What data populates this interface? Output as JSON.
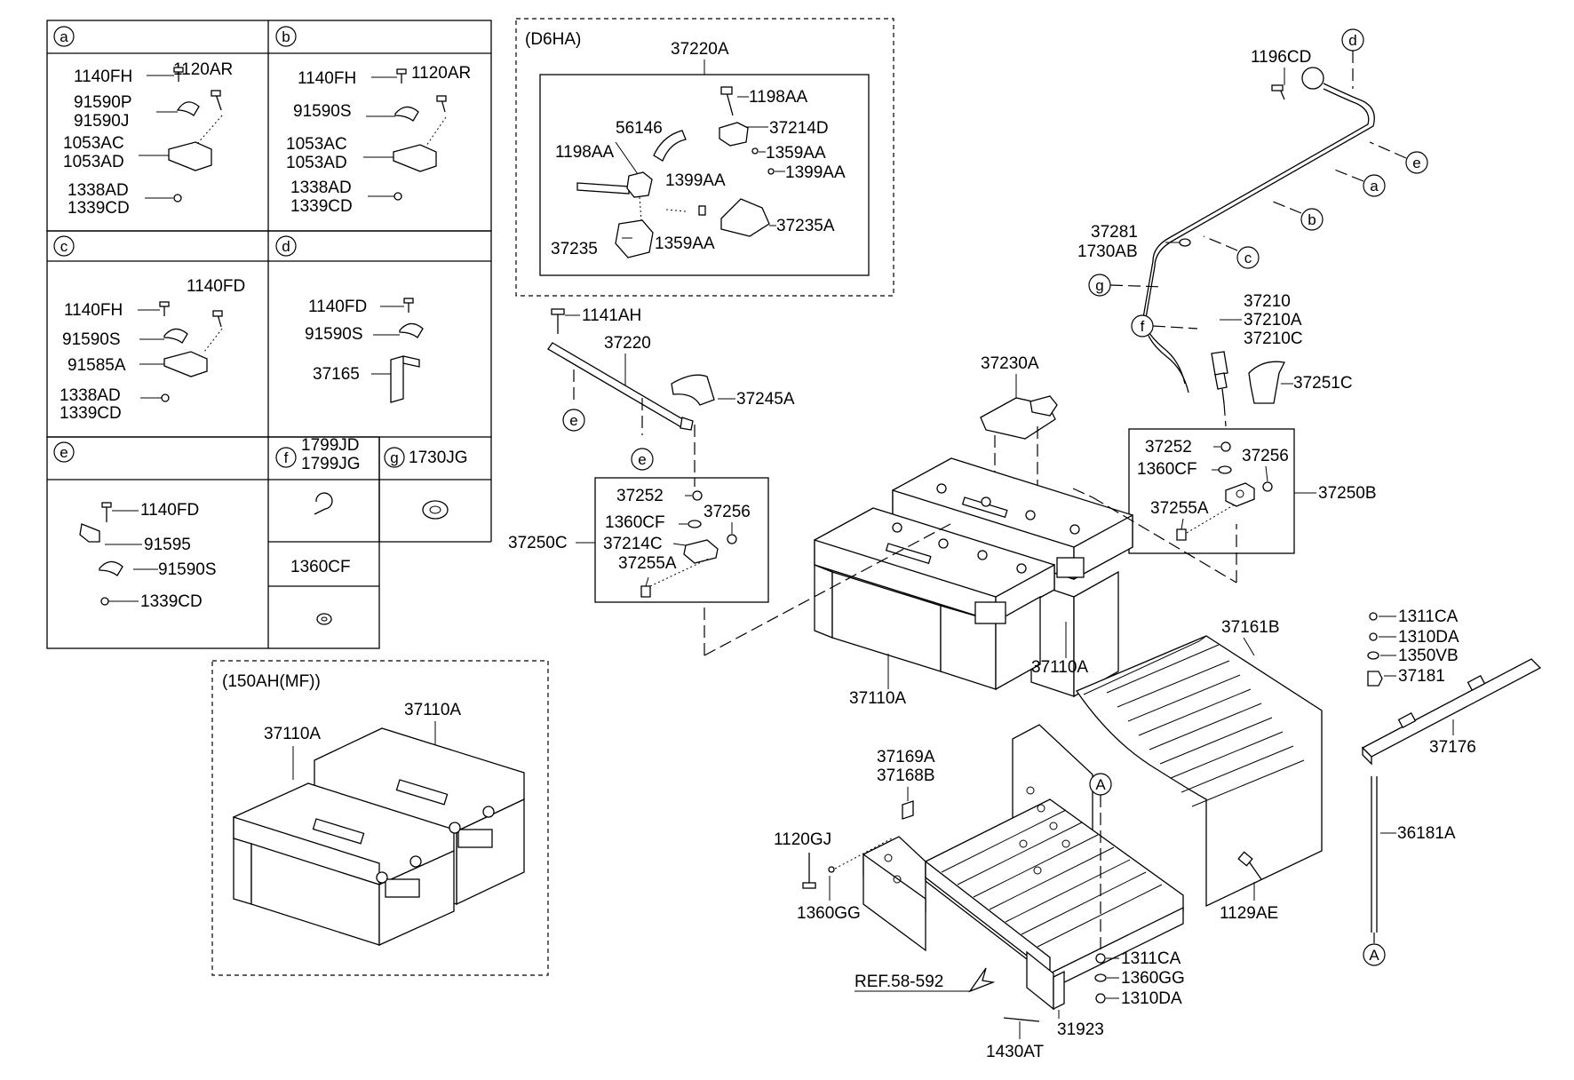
{
  "cells": {
    "a": {
      "letter": "a",
      "parts": [
        "1140FH",
        "1120AR",
        "91590P",
        "91590J",
        "1053AC",
        "1053AD",
        "1338AD",
        "1339CD"
      ]
    },
    "b": {
      "letter": "b",
      "parts": [
        "1140FH",
        "1120AR",
        "91590S",
        "1053AC",
        "1053AD",
        "1338AD",
        "1339CD"
      ]
    },
    "c": {
      "letter": "c",
      "parts": [
        "1140FH",
        "1140FD",
        "91590S",
        "91585A",
        "1338AD",
        "1339CD"
      ]
    },
    "d": {
      "letter": "d",
      "parts": [
        "1140FD",
        "91590S",
        "37165"
      ]
    },
    "e": {
      "letter": "e",
      "parts": [
        "1140FD",
        "91595",
        "91590S",
        "1339CD"
      ]
    },
    "f": {
      "letter": "f",
      "parts": [
        "1799JD",
        "1799JG"
      ]
    },
    "g": {
      "letter": "g",
      "parts": [
        "1730JG"
      ]
    },
    "h": {
      "parts": [
        "1360CF"
      ]
    }
  },
  "d6ha": {
    "title": "(D6HA)",
    "assembly": "37220A",
    "parts": [
      "1198AA",
      "56146",
      "37214D",
      "1198AA",
      "1359AA",
      "1399AA",
      "1399AA",
      "37235A",
      "37235",
      "1359AA"
    ]
  },
  "mf": {
    "title": "(150AH(MF))",
    "parts": [
      "37110A",
      "37110A"
    ]
  },
  "neg_cable": {
    "parts": [
      "1141AH",
      "37220",
      "37245A"
    ]
  },
  "box_c": {
    "label": "37250C",
    "parts": [
      "37252",
      "37256",
      "1360CF",
      "37214C",
      "37255A"
    ]
  },
  "pos_cable": {
    "parts": [
      "1196CD",
      "37281",
      "1730AB",
      "37210",
      "37210A",
      "37210C",
      "37251C"
    ]
  },
  "box_b": {
    "label": "37250B",
    "parts": [
      "37252",
      "37256",
      "1360CF",
      "37255A"
    ]
  },
  "batteries": {
    "parts": [
      "37230A",
      "37110A",
      "37110A"
    ]
  },
  "tray": {
    "parts": [
      "37161B",
      "37169A",
      "37168B",
      "1120GJ",
      "1360GG",
      "1129AE",
      "1311CA",
      "1360GG",
      "1310DA",
      "31923",
      "1430AT"
    ],
    "ref": "REF.58-592"
  },
  "clamp": {
    "parts": [
      "1311CA",
      "1310DA",
      "1350VB",
      "37181",
      "37176",
      "36181A"
    ]
  },
  "callouts": {
    "a": "a",
    "b": "b",
    "c": "c",
    "d": "d",
    "e": "e",
    "f": "f",
    "g": "g",
    "A": "A"
  }
}
